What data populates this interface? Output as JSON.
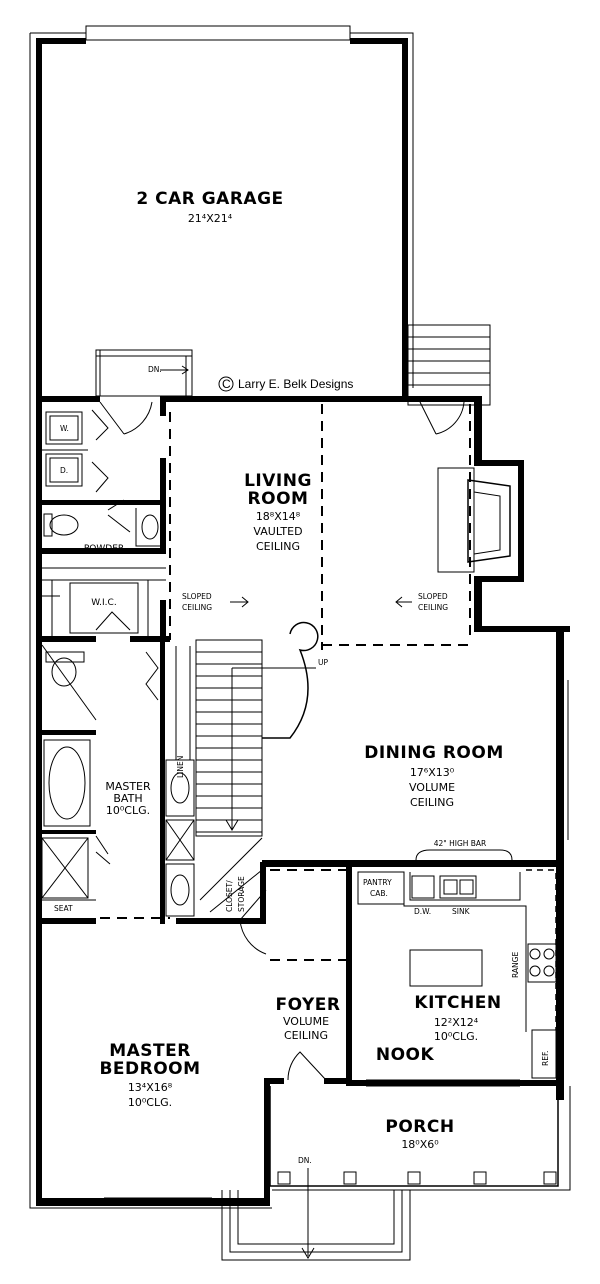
{
  "copyright": "Larry E. Belk Designs",
  "copyright_symbol": "C",
  "rooms": {
    "garage": {
      "name": "2 CAR GARAGE",
      "dims": "21⁴X21⁴"
    },
    "living": {
      "name_line1": "LIVING",
      "name_line2": "ROOM",
      "dims": "18⁸X14⁸",
      "note1": "VAULTED",
      "note2": "CEILING"
    },
    "dining": {
      "name": "DINING ROOM",
      "dims": "17⁶X13⁰",
      "note1": "VOLUME",
      "note2": "CEILING"
    },
    "master_bath": {
      "name_line1": "MASTER",
      "name_line2": "BATH",
      "note": "10⁰CLG."
    },
    "master_bedroom": {
      "name_line1": "MASTER",
      "name_line2": "BEDROOM",
      "dims": "13⁴X16⁸",
      "note": "10⁰CLG."
    },
    "foyer": {
      "name": "FOYER",
      "note1": "VOLUME",
      "note2": "CEILING"
    },
    "kitchen": {
      "name": "KITCHEN",
      "dims": "12²X12⁴",
      "note": "10⁰CLG."
    },
    "nook": {
      "name": "NOOK"
    },
    "porch": {
      "name": "PORCH",
      "dims": "18⁰X6⁰"
    },
    "powder": {
      "name": "POWDER"
    },
    "wic": {
      "name": "W.I.C."
    }
  },
  "labels": {
    "sloped_left_1": "SLOPED",
    "sloped_left_2": "CEILING",
    "sloped_right_1": "SLOPED",
    "sloped_right_2": "CEILING",
    "up": "UP",
    "dn_top": "DN.",
    "dn_bottom": "DN.",
    "linen": "LINEN",
    "seat": "SEAT",
    "closet_storage_1": "CLOSET/",
    "closet_storage_2": "STORAGE",
    "high_bar": "42\" HIGH BAR",
    "pantry_1": "PANTRY",
    "pantry_2": "CAB.",
    "dw": "D.W.",
    "sink": "SINK",
    "range": "RANGE",
    "ref": "REF.",
    "washer": "W.",
    "dryer": "D."
  }
}
